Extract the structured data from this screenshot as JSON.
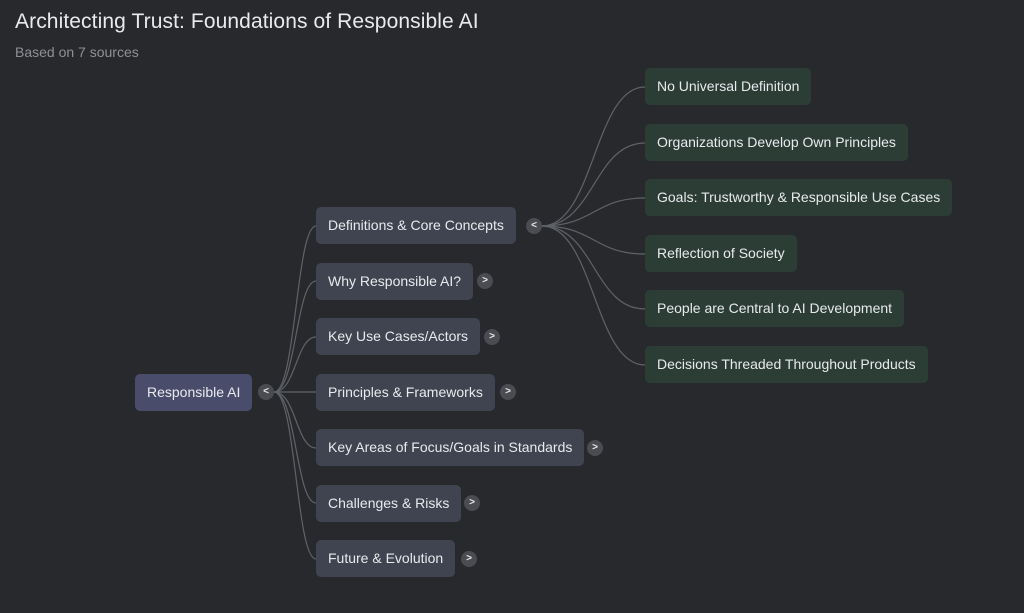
{
  "header": {
    "title": "Architecting Trust: Foundations of Responsible AI",
    "subtitle": "Based on 7 sources"
  },
  "mindmap": {
    "root": {
      "label": "Responsible AI",
      "toggle": "<"
    },
    "branches": [
      {
        "label": "Definitions & Core Concepts",
        "toggle": "<"
      },
      {
        "label": "Why Responsible AI?",
        "toggle": ">"
      },
      {
        "label": "Key Use Cases/Actors",
        "toggle": ">"
      },
      {
        "label": "Principles & Frameworks",
        "toggle": ">"
      },
      {
        "label": "Key Areas of Focus/Goals in Standards",
        "toggle": ">"
      },
      {
        "label": "Challenges & Risks",
        "toggle": ">"
      },
      {
        "label": "Future & Evolution",
        "toggle": ">"
      }
    ],
    "leaves": [
      {
        "label": "No Universal Definition"
      },
      {
        "label": "Organizations Develop Own Principles"
      },
      {
        "label": "Goals: Trustworthy & Responsible Use Cases"
      },
      {
        "label": "Reflection of Society"
      },
      {
        "label": "People are Central to AI Development"
      },
      {
        "label": "Decisions Threaded Throughout Products"
      }
    ]
  },
  "colors": {
    "background": "#28292c",
    "root_node": "#4a4c6c",
    "branch_node": "#3f4450",
    "leaf_node": "#2c3d36",
    "connector": "#5f6368"
  }
}
